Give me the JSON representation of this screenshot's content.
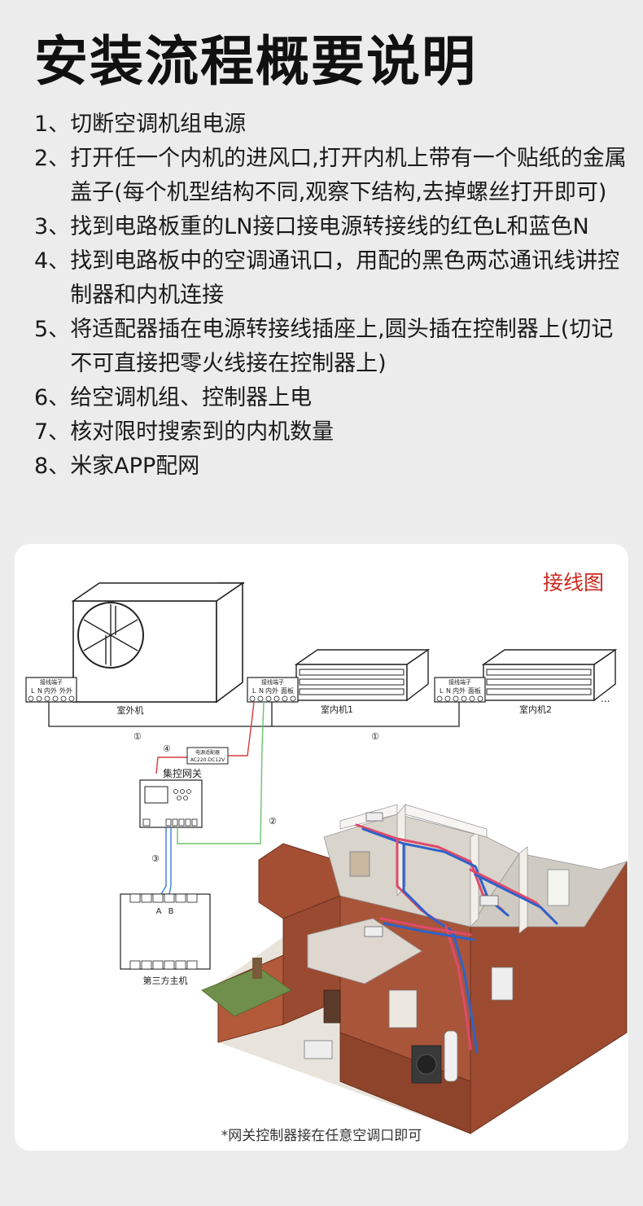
{
  "title": "安装流程概要说明",
  "steps": [
    {
      "num": "1、",
      "text": "切断空调机组电源"
    },
    {
      "num": "2、",
      "text": "打开任一个内机的进风口,打开内机上带有一个贴纸的金属盖子(每个机型结构不同,观察下结构,去掉螺丝打开即可)"
    },
    {
      "num": "3、",
      "text": "找到电路板重的LN接口接电源转接线的红色L和蓝色N"
    },
    {
      "num": "4、",
      "text": "找到电路板中的空调通讯口，用配的黑色两芯通讯线讲控制器和内机连接"
    },
    {
      "num": "5、",
      "text": "将适配器插在电源转接线插座上,圆头插在控制器上(切记不可直接把零火线接在控制器上)"
    },
    {
      "num": "6、",
      "text": "给空调机组、控制器上电"
    },
    {
      "num": "7、",
      "text": "核对限时搜索到的内机数量"
    },
    {
      "num": "8、",
      "text": "米家APP配网"
    }
  ],
  "diagram": {
    "title": "接线图",
    "terminal_header": "接线端子",
    "outdoor": {
      "name": "室外机",
      "pins": [
        "L",
        "N",
        "内外",
        "外外"
      ]
    },
    "indoor1": {
      "name": "室内机1",
      "pins": [
        "L",
        "N",
        "内外",
        "面板"
      ]
    },
    "indoor2": {
      "name": "室内机2",
      "pins": [
        "L",
        "N",
        "内外",
        "面板"
      ]
    },
    "ellipsis": "...",
    "gateway": "集控网关",
    "adapter_line1": "电源适配器",
    "adapter_line2": "AC220-DC12V",
    "third_party": "第三方主机",
    "ab_a": "A",
    "ab_b": "B",
    "marks": [
      "①",
      "①",
      "②",
      "③",
      "④"
    ],
    "footnote": "*网关控制器接在任意空调口即可"
  },
  "colors": {
    "accent_red": "#cc2a1f",
    "wire_red": "#d63a3a",
    "wire_green": "#6cc26c",
    "wire_blue": "#3b7dd8",
    "background": "#ececec"
  }
}
